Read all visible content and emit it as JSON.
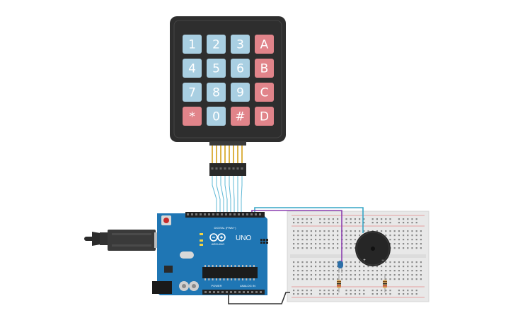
{
  "colors": {
    "keypad_body": "#2e2e2e",
    "key_blue": "#a9cfe2",
    "key_red": "#e1848a",
    "arduino_board": "#1f76b4",
    "breadboard": "#e8e8e8",
    "wire_cyan": "#36a6c6",
    "wire_purple": "#8b3fb0",
    "wire_black": "#333333"
  },
  "keypad": {
    "keys": [
      {
        "label": "1",
        "kind": "digit"
      },
      {
        "label": "2",
        "kind": "digit"
      },
      {
        "label": "3",
        "kind": "digit"
      },
      {
        "label": "A",
        "kind": "letter"
      },
      {
        "label": "4",
        "kind": "digit"
      },
      {
        "label": "5",
        "kind": "digit"
      },
      {
        "label": "6",
        "kind": "digit"
      },
      {
        "label": "B",
        "kind": "letter"
      },
      {
        "label": "7",
        "kind": "digit"
      },
      {
        "label": "8",
        "kind": "digit"
      },
      {
        "label": "9",
        "kind": "digit"
      },
      {
        "label": "C",
        "kind": "letter"
      },
      {
        "label": "*",
        "kind": "letter"
      },
      {
        "label": "0",
        "kind": "digit"
      },
      {
        "label": "#",
        "kind": "letter"
      },
      {
        "label": "D",
        "kind": "letter"
      }
    ]
  },
  "arduino": {
    "model": "UNO",
    "brand": "ARDUINO",
    "digital_label": "DIGITAL (PWM~)",
    "power_label": "POWER",
    "analog_label": "ANALOG IN"
  }
}
